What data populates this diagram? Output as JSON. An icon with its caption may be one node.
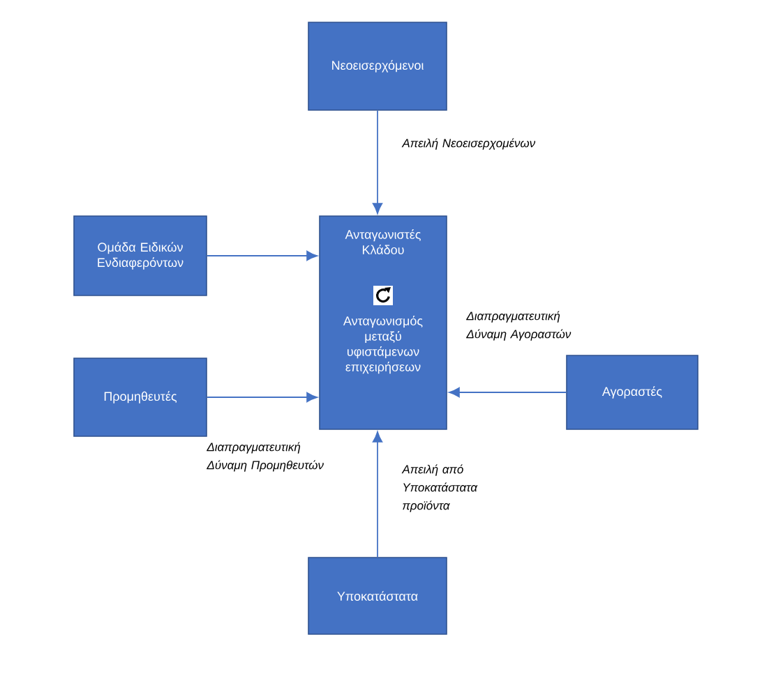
{
  "diagram": {
    "nodes": [
      {
        "text": [
          "Νεοεισερχόμενοι"
        ]
      },
      {
        "text": [
          "Ομάδα Ειδικών Ενδιαφερόντων"
        ]
      },
      {
        "text": [
          "Ανταγωνιστές Κλάδου",
          "Ανταγωνισμός μεταξύ υφιστάμενων επιχειρήσεων"
        ]
      },
      {
        "text": [
          "Προμηθευτές"
        ]
      },
      {
        "text": [
          "Αγοραστές"
        ]
      },
      {
        "text": [
          "Υποκατάστατα"
        ]
      }
    ],
    "edges": [
      {
        "from": 0,
        "to": 2,
        "arrow": "to",
        "label": "Απειλή Νεοεισερχομένων"
      },
      {
        "from": 1,
        "to": 2,
        "arrow": "to"
      },
      {
        "from": 3,
        "to": 2,
        "arrow": "to",
        "label": "Διαπραγματευτική Δύναμη Προμηθευτών"
      },
      {
        "from": 4,
        "to": 2,
        "arrow": "to",
        "label": "Διαπραγματευτική Δύναμη Αγοραστών"
      },
      {
        "from": 5,
        "to": 2,
        "arrow": "to",
        "label": "Απειλή από Υποκατάστατα προϊόντα"
      }
    ]
  }
}
